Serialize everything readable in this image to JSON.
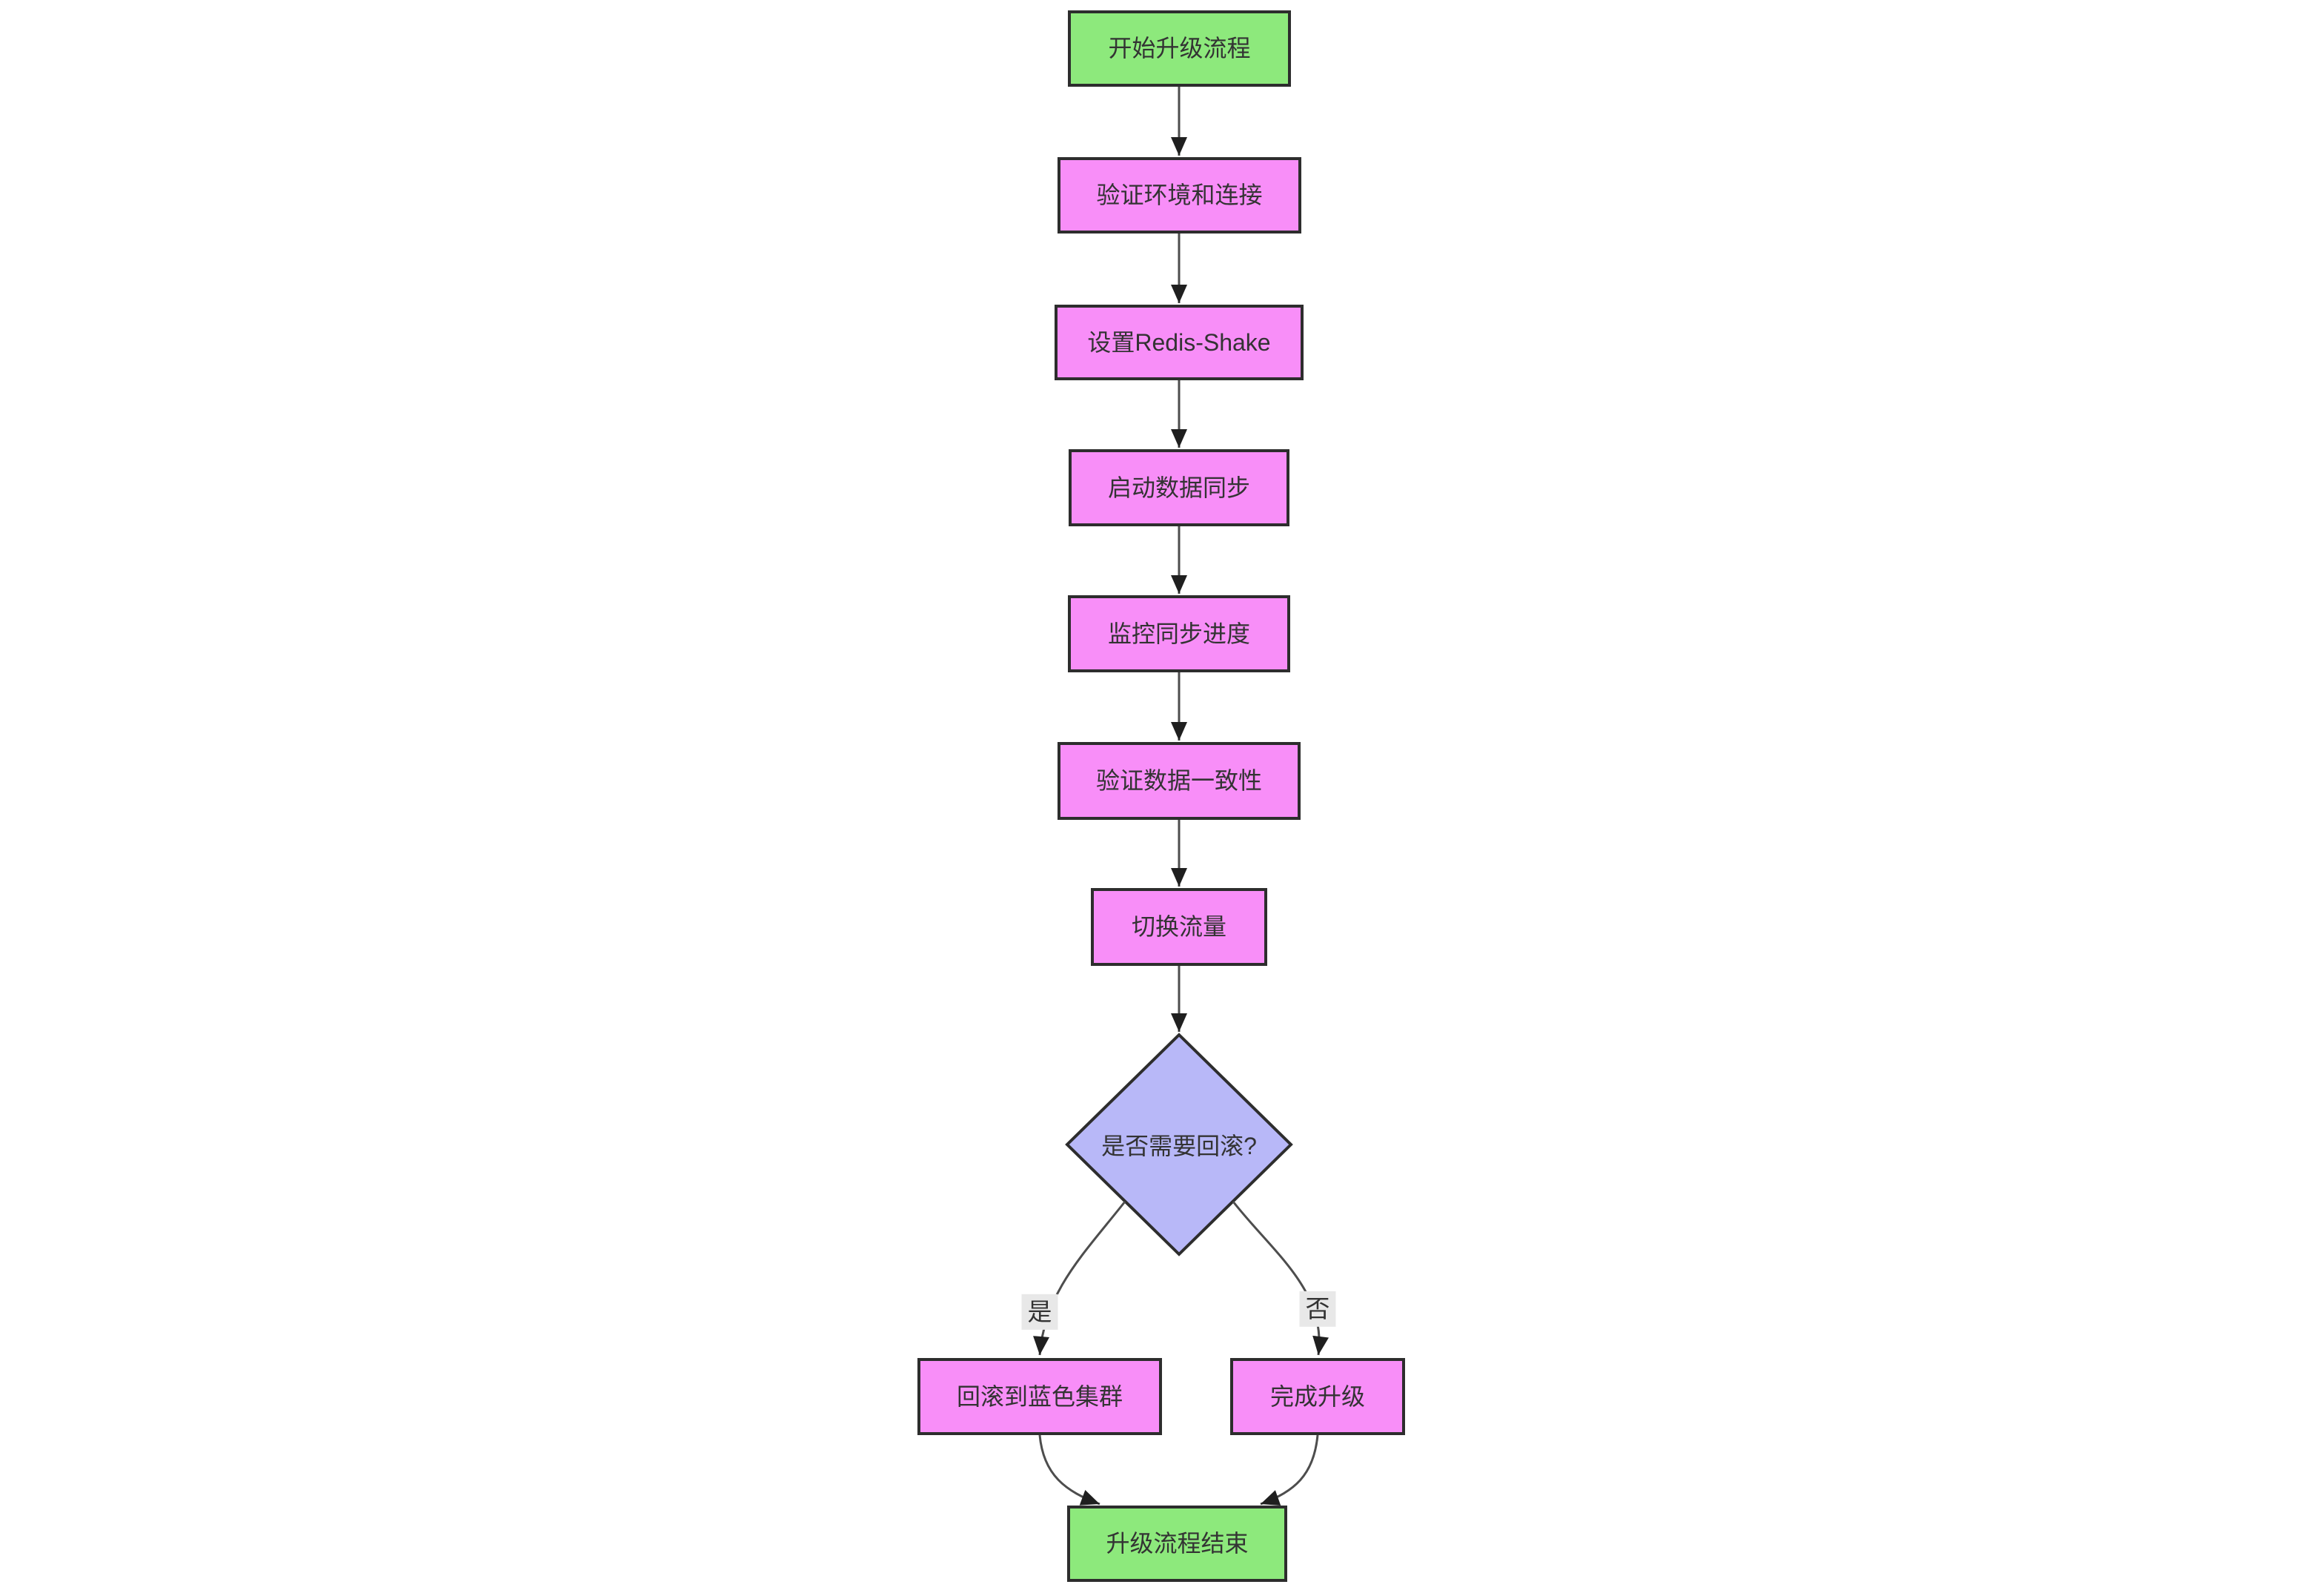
{
  "diagram": {
    "type": "flowchart",
    "direction": "top-down",
    "nodes": [
      {
        "id": "start",
        "label": "开始升级流程",
        "shape": "rect",
        "kind": "terminal"
      },
      {
        "id": "verify-env",
        "label": "验证环境和连接",
        "shape": "rect",
        "kind": "process"
      },
      {
        "id": "setup-redis-shake",
        "label": "设置Redis-Shake",
        "shape": "rect",
        "kind": "process"
      },
      {
        "id": "start-sync",
        "label": "启动数据同步",
        "shape": "rect",
        "kind": "process"
      },
      {
        "id": "monitor-sync",
        "label": "监控同步进度",
        "shape": "rect",
        "kind": "process"
      },
      {
        "id": "verify-consistency",
        "label": "验证数据一致性",
        "shape": "rect",
        "kind": "process"
      },
      {
        "id": "switch-traffic",
        "label": "切换流量",
        "shape": "rect",
        "kind": "process"
      },
      {
        "id": "need-rollback",
        "label": "是否需要回滚?",
        "shape": "diamond",
        "kind": "decision"
      },
      {
        "id": "rollback-blue",
        "label": "回滚到蓝色集群",
        "shape": "rect",
        "kind": "process"
      },
      {
        "id": "finish-upgrade",
        "label": "完成升级",
        "shape": "rect",
        "kind": "process"
      },
      {
        "id": "end",
        "label": "升级流程结束",
        "shape": "rect",
        "kind": "terminal"
      }
    ],
    "edges": [
      {
        "from": "start",
        "to": "verify-env",
        "label": ""
      },
      {
        "from": "verify-env",
        "to": "setup-redis-shake",
        "label": ""
      },
      {
        "from": "setup-redis-shake",
        "to": "start-sync",
        "label": ""
      },
      {
        "from": "start-sync",
        "to": "monitor-sync",
        "label": ""
      },
      {
        "from": "monitor-sync",
        "to": "verify-consistency",
        "label": ""
      },
      {
        "from": "verify-consistency",
        "to": "switch-traffic",
        "label": ""
      },
      {
        "from": "switch-traffic",
        "to": "need-rollback",
        "label": ""
      },
      {
        "from": "need-rollback",
        "to": "rollback-blue",
        "label": "是"
      },
      {
        "from": "need-rollback",
        "to": "finish-upgrade",
        "label": "否"
      },
      {
        "from": "rollback-blue",
        "to": "end",
        "label": ""
      },
      {
        "from": "finish-upgrade",
        "to": "end",
        "label": ""
      }
    ],
    "colors": {
      "terminal_fill": "#8de97c",
      "process_fill": "#f88ef8",
      "decision_fill": "#b8b8f8",
      "node_stroke": "#2d2d2d",
      "line_color": "#4d4d4d",
      "arrow_fill": "#1f1f1f",
      "text_color": "#333333",
      "label_bg": "#e8e8e8"
    }
  }
}
